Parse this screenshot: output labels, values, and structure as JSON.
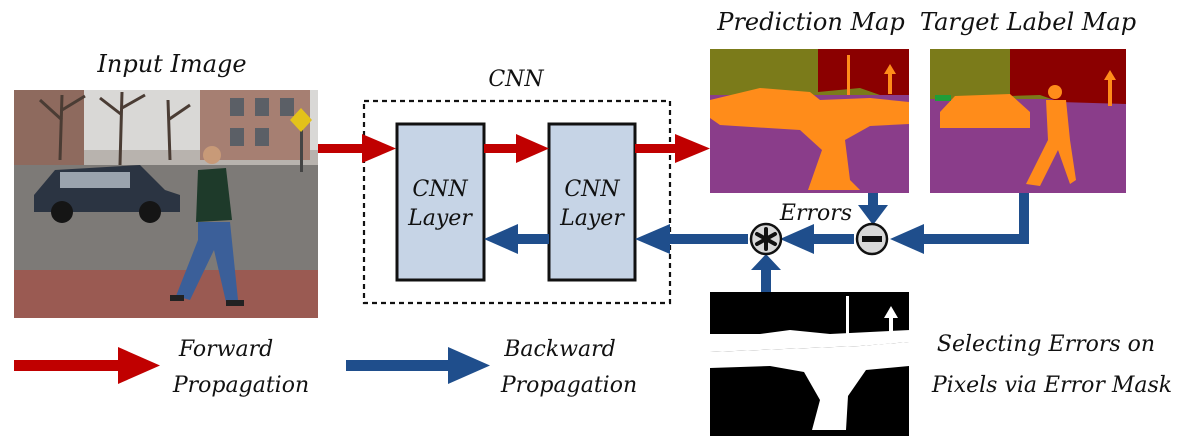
{
  "input_image": {
    "label": "Input Image"
  },
  "cnn": {
    "label": "CNN",
    "layer1": [
      "CNN",
      "Layer"
    ],
    "layer2": [
      "CNN",
      "Layer"
    ]
  },
  "prediction_map": {
    "label": "Prediction Map"
  },
  "target_label_map": {
    "label": "Target Label Map"
  },
  "errors": {
    "label": "Errors"
  },
  "error_mask": {
    "caption": [
      "Selecting Errors on",
      "Pixels via Error Mask"
    ]
  },
  "legend": {
    "forward": [
      "Forward",
      "Propagation"
    ],
    "backward": [
      "Backward",
      "Propagation"
    ]
  },
  "colors": {
    "forward_arrow": "#c00000",
    "backward_arrow": "#1f4e8c",
    "cnn_layer_fill": "#c6d4e6",
    "seg_sky": "#7b7b1a",
    "seg_building": "#8b0000",
    "seg_object": "#ff8c1a",
    "seg_road": "#8a3d8a",
    "seg_tree": "#1f9e3a"
  },
  "icons": {
    "subtract": "circled-minus-icon",
    "multiply": "circled-asterisk-icon"
  }
}
